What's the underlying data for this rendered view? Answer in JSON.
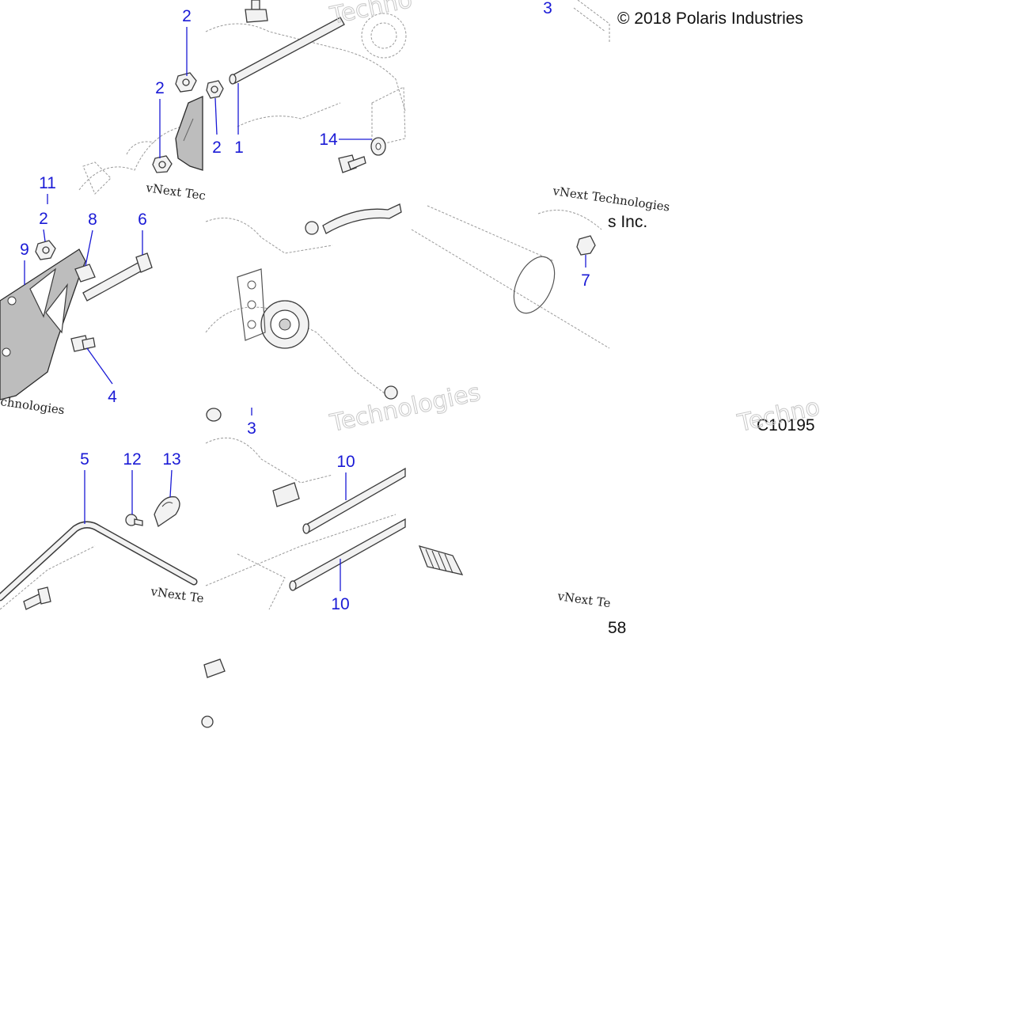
{
  "colors": {
    "callout": "#1a1ad6",
    "line": "#3a3a3a",
    "background": "#ffffff"
  },
  "copyright": {
    "main": "© 2018 Polaris Industries",
    "fragment": "s Inc."
  },
  "drawing_code": {
    "main": "C10195",
    "fragment": "58"
  },
  "watermark": {
    "text": "vNext Technologies",
    "fragments": [
      "vNext Tec",
      "vNext Te",
      "chnologies",
      "Technologies",
      "Techno"
    ]
  },
  "callouts": [
    {
      "id": "c-1",
      "label": "1"
    },
    {
      "id": "c-2a",
      "label": "2"
    },
    {
      "id": "c-2b",
      "label": "2"
    },
    {
      "id": "c-2c",
      "label": "2"
    },
    {
      "id": "c-2d",
      "label": "2"
    },
    {
      "id": "c-2e",
      "label": "2"
    },
    {
      "id": "c-3a",
      "label": "3"
    },
    {
      "id": "c-3b",
      "label": "3"
    },
    {
      "id": "c-4",
      "label": "4"
    },
    {
      "id": "c-5",
      "label": "5"
    },
    {
      "id": "c-6",
      "label": "6"
    },
    {
      "id": "c-7",
      "label": "7"
    },
    {
      "id": "c-8",
      "label": "8"
    },
    {
      "id": "c-9",
      "label": "9"
    },
    {
      "id": "c-10a",
      "label": "10"
    },
    {
      "id": "c-10b",
      "label": "10"
    },
    {
      "id": "c-11",
      "label": "11"
    },
    {
      "id": "c-12",
      "label": "12"
    },
    {
      "id": "c-13",
      "label": "13"
    },
    {
      "id": "c-14",
      "label": "14"
    }
  ]
}
